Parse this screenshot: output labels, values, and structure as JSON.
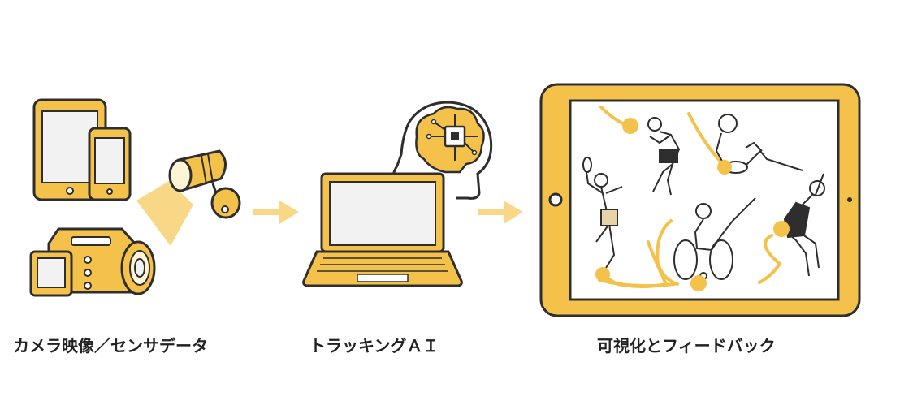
{
  "steps": [
    {
      "label": "カメラ映像／センサデータ"
    },
    {
      "label": "トラッキングＡＩ"
    },
    {
      "label": "可視化とフィードバック"
    }
  ],
  "colors": {
    "accent": "#F4C24B",
    "accent_light": "#F8D887",
    "outline": "#2E2E2E",
    "screen": "#F2F2F2"
  },
  "icons": [
    "tablet-icon",
    "smartphone-icon",
    "camcorder-icon",
    "sensor-light-icon",
    "arrow-right-icon",
    "laptop-icon",
    "ai-head-chip-icon",
    "tablet-display-icon",
    "athlete-figure-icon"
  ]
}
